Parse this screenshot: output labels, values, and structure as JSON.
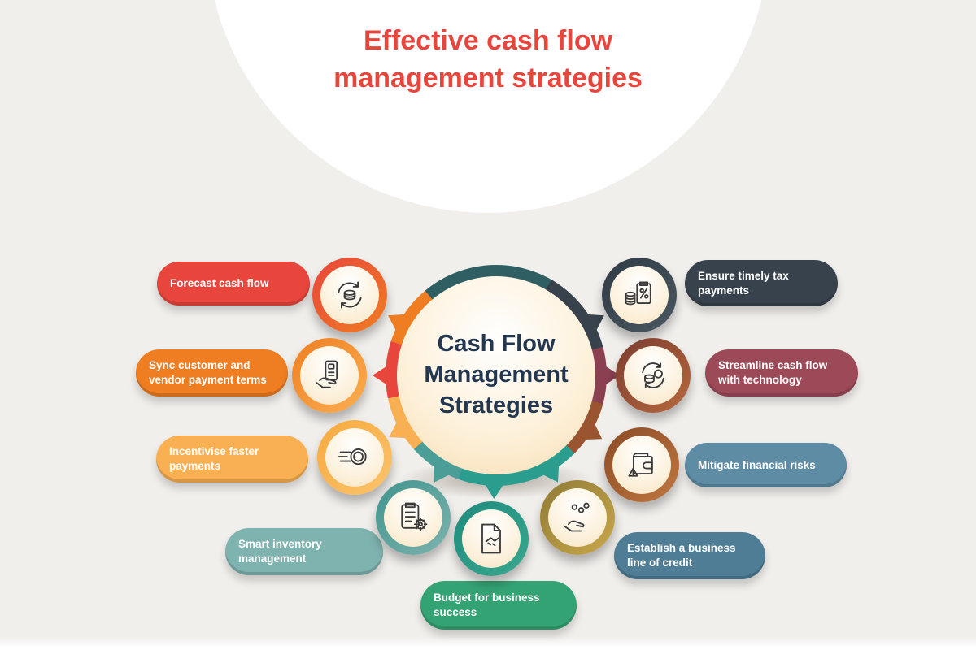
{
  "title": {
    "text": "Effective cash flow\nmanagement strategies",
    "color": "#e8463c"
  },
  "center": {
    "label": "Cash Flow\nManagement\nStrategies",
    "text_color": "#233750"
  },
  "colors": {
    "background": "#f1efec",
    "top_bulge": "#ffffff"
  },
  "items": [
    {
      "id": "forecast-cash-flow",
      "label": "Forecast cash flow",
      "pill_color": "#e8463c",
      "ring_color": "#e05a2b",
      "icon": "coins-sync-icon"
    },
    {
      "id": "sync-customer-vendor-payment-terms",
      "label": "Sync customer and\nvendor payment terms",
      "pill_color": "#ef7d22",
      "ring_color": "#ef7d22",
      "icon": "hand-banknote-icon"
    },
    {
      "id": "incentivise-faster-payments",
      "label": "Incentivise faster\npayments",
      "pill_color": "#f9b052",
      "ring_color": "#f6a93e",
      "icon": "fast-coin-icon"
    },
    {
      "id": "smart-inventory-management",
      "label": "Smart inventory\nmanagement",
      "pill_color": "#7fb3af",
      "ring_color": "#4b9d97",
      "icon": "checklist-gear-icon"
    },
    {
      "id": "budget-for-business-success",
      "label": "Budget for business\nsuccess",
      "pill_color": "#34a373",
      "ring_color": "#2a9d8f",
      "icon": "handshake-document-icon"
    },
    {
      "id": "ensure-timely-tax-payments",
      "label": "Ensure timely tax\npayments",
      "pill_color": "#37424c",
      "ring_color": "#37424c",
      "icon": "tax-percent-icon"
    },
    {
      "id": "streamline-cash-flow-with-technology",
      "label": "Streamline cash flow\nwith technology",
      "pill_color": "#9c4a58",
      "ring_color": "#8a4535",
      "icon": "coins-refresh-icon"
    },
    {
      "id": "mitigate-financial-risks",
      "label": "Mitigate financial risks",
      "pill_color": "#5e8ca4",
      "ring_color": "#a05a2e",
      "icon": "wallet-warning-icon"
    },
    {
      "id": "establish-business-line-of-credit",
      "label": "Establish a business\nline of credit",
      "pill_color": "#4f7d96",
      "ring_color": "#b08b3e",
      "icon": "hand-coins-icon"
    }
  ]
}
